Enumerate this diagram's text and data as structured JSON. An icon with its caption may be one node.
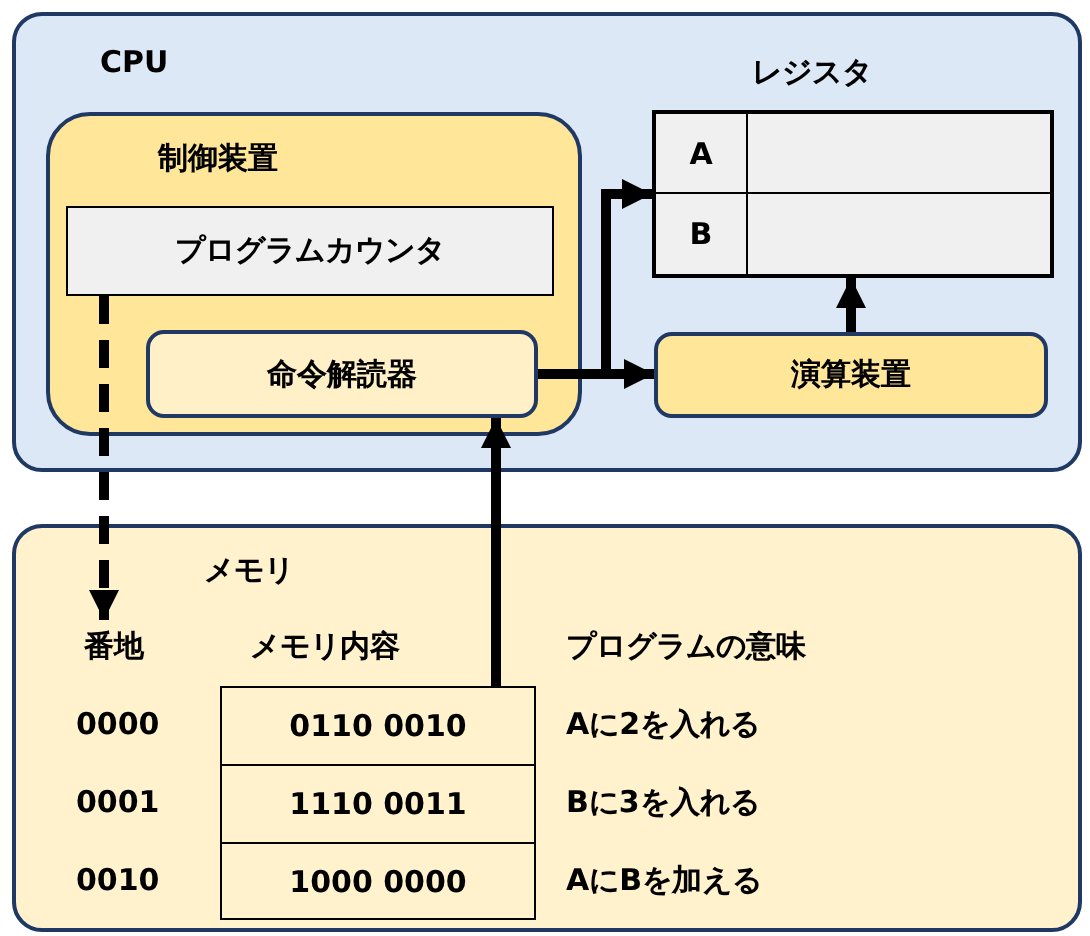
{
  "diagram": {
    "nodes": [
      {
        "text": [
          "CPU"
        ]
      },
      {
        "text": [
          "制御装置"
        ],
        "in": 0
      },
      {
        "text": [
          "プログラムカウンタ"
        ],
        "in": 1
      },
      {
        "text": [
          "命令解読器"
        ],
        "in": 1
      },
      {
        "text": [
          "レジスタ"
        ],
        "in": 0
      },
      {
        "text": [
          "A"
        ],
        "in": 4
      },
      {
        "text": [
          "B"
        ],
        "in": 4
      },
      {
        "text": [
          "演算装置"
        ],
        "in": 0
      },
      {
        "text": [
          "メモリ"
        ]
      },
      {
        "text": [
          "番地"
        ],
        "in": 8
      },
      {
        "text": [
          "0110 0010"
        ],
        "in": 8
      },
      {
        "text": [
          "1110 0011"
        ],
        "in": 8
      },
      {
        "text": [
          "1000 0000"
        ],
        "in": 8
      }
    ],
    "edges": [
      {
        "from": 2,
        "to": 9,
        "arrow": "to",
        "style": "dashed"
      },
      {
        "from": 10,
        "to": 3,
        "arrow": "to"
      },
      {
        "from": 3,
        "to": 7,
        "arrow": "to"
      },
      {
        "from": 3,
        "to": 4,
        "arrow": "to"
      },
      {
        "from": 7,
        "to": 4,
        "arrow": "to"
      }
    ],
    "labels": [
      "メモリ内容",
      "プログラムの意味",
      "0000",
      "Aに2を入れる",
      "0001",
      "Bに3を入れる",
      "0010",
      "AにBを加える"
    ]
  }
}
